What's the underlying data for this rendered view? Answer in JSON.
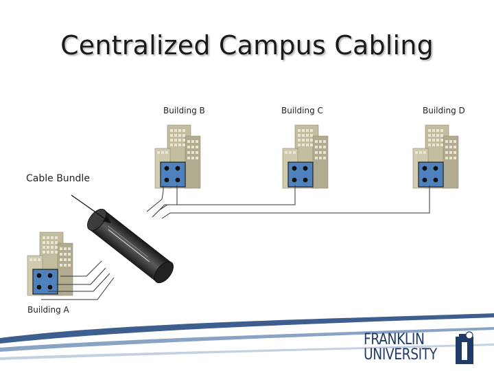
{
  "title": "Centralized Campus Cabling",
  "labels": {
    "building_a": "Building A",
    "building_b": "Building B",
    "building_c": "Building C",
    "building_d": "Building D",
    "cable_bundle": "Cable Bundle"
  },
  "logo": {
    "line1": "FRANKLIN",
    "line2": "UNIVERSITY"
  },
  "colors": {
    "building": "#c9c4a7",
    "building_dark": "#a9a385",
    "panel": "#4f81bd",
    "cable": "#3a3a3a",
    "brand": "#1f3a68"
  }
}
